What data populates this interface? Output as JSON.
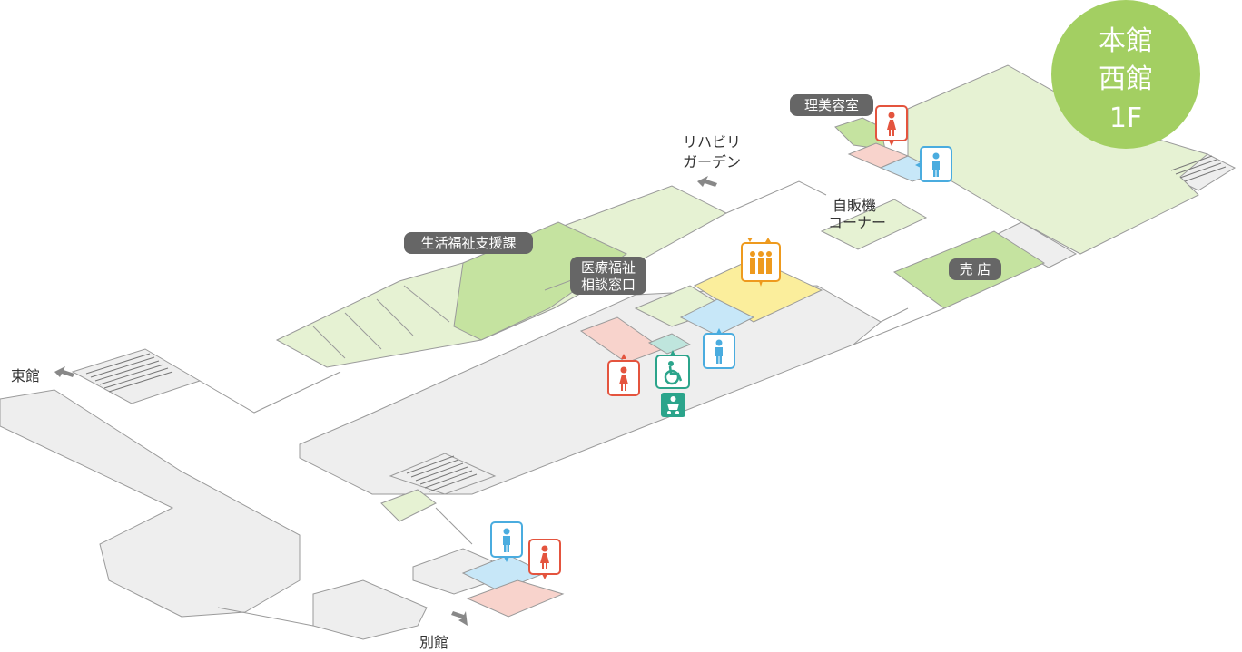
{
  "floor_badge": {
    "line1": "本館",
    "line2": "西館",
    "line3": "1F",
    "color": "#a3cf62"
  },
  "labels": {
    "seikatsu": "生活福祉支援課",
    "iryo_1": "医療福祉",
    "iryo_2": "相談窓口",
    "riyou": "理美容室",
    "baiten": "売 店",
    "jihanki_1": "自販機",
    "jihanki_2": "コーナー",
    "rehab_1": "リハビリ",
    "rehab_2": "ガーデン",
    "toukan": "東館",
    "bekkan": "別館"
  },
  "icons": {
    "women": "women-restroom-icon",
    "men": "men-restroom-icon",
    "elevator": "elevator-icon",
    "accessible": "accessible-restroom-icon",
    "baby": "baby-care-icon"
  },
  "colors": {
    "floor": "#eeeeee",
    "wall": "#9a9a9a",
    "light_green": "#e6f2d3",
    "mid_green": "#c5e3a0",
    "women": "#e4543e",
    "women_fill": "#f8d3cc",
    "men": "#4aacdf",
    "men_fill": "#c7e7f8",
    "elevator": "#ee9a1e",
    "elevator_fill": "#fbee9c",
    "accessible": "#2ba48b",
    "accessible_fill": "#bfe5dd",
    "label_bg": "#666666",
    "arrow": "#888888"
  }
}
